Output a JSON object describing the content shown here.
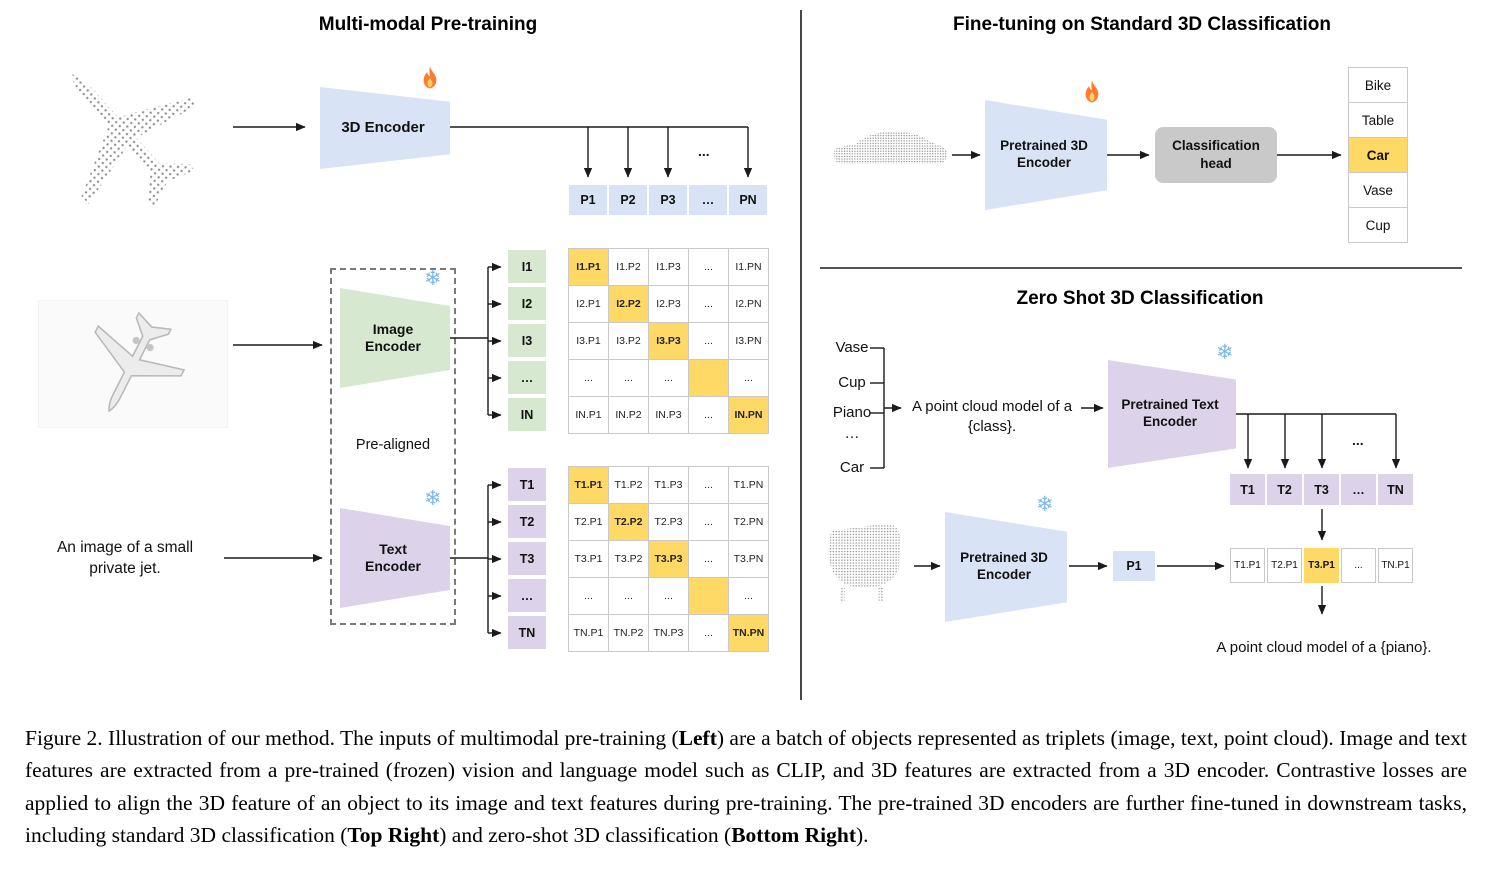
{
  "colors": {
    "highlight": "#FFD966",
    "blue_feature": "#D8E4F5",
    "green_feature": "#D6E8D0",
    "purple_feature": "#DCD3EA",
    "classification_head_gray": "#C9C9C9"
  },
  "icons": {
    "snowflake": "❄",
    "fire": "fire-icon"
  },
  "left": {
    "title": "Multi-modal Pre-training",
    "encoder_3d_label": "3D Encoder",
    "image_encoder_label": "Image Encoder",
    "text_encoder_label": "Text Encoder",
    "pre_aligned_label": "Pre-aligned",
    "image_caption": "An image of a small private jet.",
    "branch_dots": "...",
    "p_row": [
      "P1",
      "P2",
      "P3",
      "…",
      "PN"
    ],
    "i_labels": [
      "I1",
      "I2",
      "I3",
      "…",
      "IN"
    ],
    "t_labels": [
      "T1",
      "T2",
      "T3",
      "…",
      "TN"
    ],
    "i_matrix": [
      [
        "I1.P1",
        "I1.P2",
        "I1.P3",
        "...",
        "I1.PN"
      ],
      [
        "I2.P1",
        "I2.P2",
        "I2.P3",
        "...",
        "I2.PN"
      ],
      [
        "I3.P1",
        "I3.P2",
        "I3.P3",
        "...",
        "I3.PN"
      ],
      [
        "...",
        "...",
        "...",
        "",
        "..."
      ],
      [
        "IN.P1",
        "IN.P2",
        "IN.P3",
        "...",
        "IN.PN"
      ]
    ],
    "t_matrix": [
      [
        "T1.P1",
        "T1.P2",
        "T1.P3",
        "...",
        "T1.PN"
      ],
      [
        "T2.P1",
        "T2.P2",
        "T2.P3",
        "...",
        "T2.PN"
      ],
      [
        "T3.P1",
        "T3.P2",
        "T3.P3",
        "...",
        "T3.PN"
      ],
      [
        "...",
        "...",
        "...",
        "",
        "..."
      ],
      [
        "TN.P1",
        "TN.P2",
        "TN.P3",
        "...",
        "TN.PN"
      ]
    ]
  },
  "top_right": {
    "title": "Fine-tuning on Standard 3D Classification",
    "encoder_label": "Pretrained 3D Encoder",
    "head_label": "Classification head",
    "classes": [
      "Bike",
      "Table",
      "Car",
      "Vase",
      "Cup"
    ],
    "highlighted_class": "Car"
  },
  "bottom_right": {
    "title": "Zero Shot 3D Classification",
    "class_list": [
      "Vase",
      "Cup",
      "Piano",
      "…",
      "Car"
    ],
    "prompt": "A point cloud model of a {class}.",
    "text_encoder_label": "Pretrained Text Encoder",
    "encoder_3d_label": "Pretrained 3D Encoder",
    "branch_dots": "...",
    "t_row": [
      "T1",
      "T2",
      "T3",
      "…",
      "TN"
    ],
    "p_cell": "P1",
    "result_row": [
      "T1.P1",
      "T2.P1",
      "T3.P1",
      "...",
      "TN.P1"
    ],
    "result_text": "A point cloud model of a {piano}."
  },
  "caption": {
    "part1": "Figure 2. Illustration of our method. The inputs of multimodal pre-training (",
    "bold1": "Left",
    "part2": ") are a batch of objects represented as triplets (image, text, point cloud). Image and text features are extracted from a pre-trained (frozen) vision and language model such as CLIP, and 3D features are extracted from a 3D encoder. Contrastive losses are applied to align the 3D feature of an object to its image and text features during pre-training. The pre-trained 3D encoders are further fine-tuned in downstream tasks, including standard 3D classification (",
    "bold2": "Top Right",
    "part3": ") and zero-shot 3D classification (",
    "bold3": "Bottom Right",
    "part4": ")."
  }
}
